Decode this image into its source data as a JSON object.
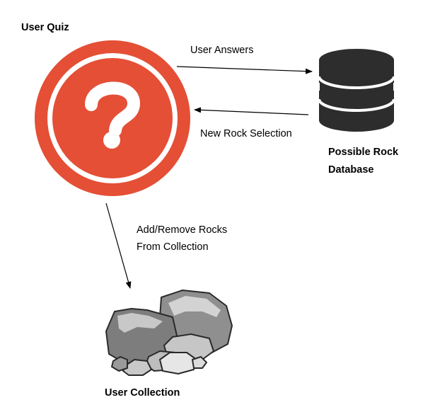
{
  "nodes": {
    "quiz": {
      "title": "User Quiz",
      "icon": "question-mark-icon",
      "color": "#e44f36"
    },
    "database": {
      "title_lines": [
        "Possible Rock",
        "Database"
      ],
      "icon": "database-icon",
      "color": "#2d2d2d"
    },
    "collection": {
      "title": "User Collection",
      "icon": "rocks-icon"
    }
  },
  "edges": {
    "answers": {
      "label": "User Answers"
    },
    "selection": {
      "label": "New Rock Selection"
    },
    "collection": {
      "label_lines": [
        "Add/Remove Rocks",
        "From Collection"
      ]
    }
  }
}
